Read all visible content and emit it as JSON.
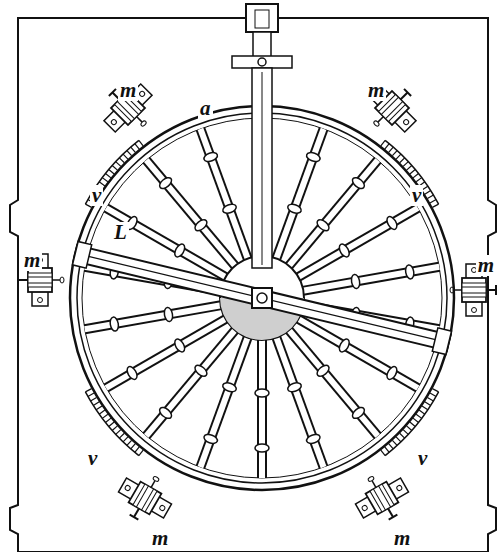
{
  "diagram": {
    "labels": [
      "m",
      "m",
      "m",
      "m",
      "m",
      "m",
      "v",
      "v",
      "v",
      "v",
      "a",
      "L"
    ]
  }
}
